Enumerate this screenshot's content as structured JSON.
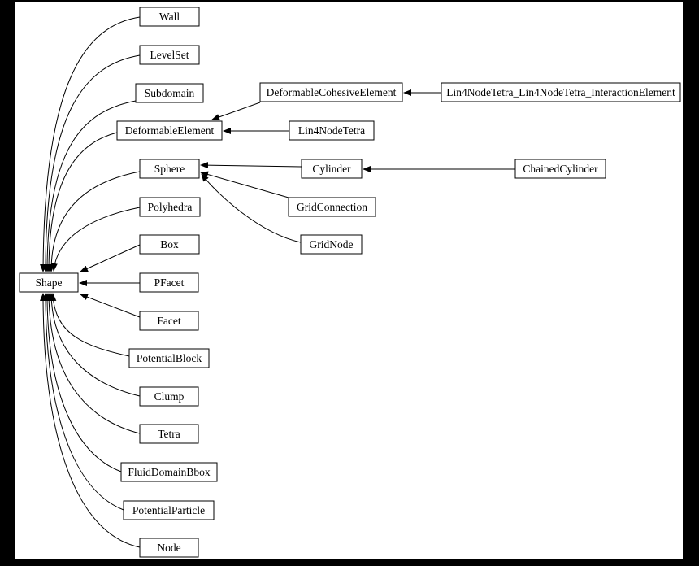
{
  "colors": {
    "background": "#000000",
    "surface": "#ffffff",
    "node_fill": "#ffffff",
    "node_border": "#000000",
    "text": "#000000",
    "edge": "#000000"
  },
  "diagram": {
    "type": "inheritance-graph",
    "base_class": "Shape",
    "nodes": [
      {
        "id": "shape",
        "label": "Shape"
      },
      {
        "id": "wall",
        "label": "Wall"
      },
      {
        "id": "levelset",
        "label": "LevelSet"
      },
      {
        "id": "subdomain",
        "label": "Subdomain"
      },
      {
        "id": "deformableelement",
        "label": "DeformableElement"
      },
      {
        "id": "sphere",
        "label": "Sphere"
      },
      {
        "id": "polyhedra",
        "label": "Polyhedra"
      },
      {
        "id": "box",
        "label": "Box"
      },
      {
        "id": "pfacet",
        "label": "PFacet"
      },
      {
        "id": "facet",
        "label": "Facet"
      },
      {
        "id": "potentialblock",
        "label": "PotentialBlock"
      },
      {
        "id": "clump",
        "label": "Clump"
      },
      {
        "id": "tetra",
        "label": "Tetra"
      },
      {
        "id": "fluiddomainbbox",
        "label": "FluidDomainBbox"
      },
      {
        "id": "potentialparticle",
        "label": "PotentialParticle"
      },
      {
        "id": "node",
        "label": "Node"
      },
      {
        "id": "deformablecohesiveelement",
        "label": "DeformableCohesiveElement"
      },
      {
        "id": "lin4nodetetra",
        "label": "Lin4NodeTetra"
      },
      {
        "id": "cylinder",
        "label": "Cylinder"
      },
      {
        "id": "gridconnection",
        "label": "GridConnection"
      },
      {
        "id": "gridnode",
        "label": "GridNode"
      },
      {
        "id": "lin4nodetetra_lin4nodetetra_interactionelement",
        "label": "Lin4NodeTetra_Lin4NodeTetra_InteractionElement"
      },
      {
        "id": "chainedcylinder",
        "label": "ChainedCylinder"
      }
    ],
    "edges": [
      {
        "from": "wall",
        "to": "shape"
      },
      {
        "from": "levelset",
        "to": "shape"
      },
      {
        "from": "subdomain",
        "to": "shape"
      },
      {
        "from": "deformableelement",
        "to": "shape"
      },
      {
        "from": "sphere",
        "to": "shape"
      },
      {
        "from": "polyhedra",
        "to": "shape"
      },
      {
        "from": "box",
        "to": "shape"
      },
      {
        "from": "pfacet",
        "to": "shape"
      },
      {
        "from": "facet",
        "to": "shape"
      },
      {
        "from": "potentialblock",
        "to": "shape"
      },
      {
        "from": "clump",
        "to": "shape"
      },
      {
        "from": "tetra",
        "to": "shape"
      },
      {
        "from": "fluiddomainbbox",
        "to": "shape"
      },
      {
        "from": "potentialparticle",
        "to": "shape"
      },
      {
        "from": "node",
        "to": "shape"
      },
      {
        "from": "deformablecohesiveelement",
        "to": "deformableelement"
      },
      {
        "from": "lin4nodetetra",
        "to": "deformableelement"
      },
      {
        "from": "cylinder",
        "to": "sphere"
      },
      {
        "from": "gridconnection",
        "to": "sphere"
      },
      {
        "from": "gridnode",
        "to": "sphere"
      },
      {
        "from": "lin4nodetetra_lin4nodetetra_interactionelement",
        "to": "deformablecohesiveelement"
      },
      {
        "from": "chainedcylinder",
        "to": "cylinder"
      }
    ]
  }
}
